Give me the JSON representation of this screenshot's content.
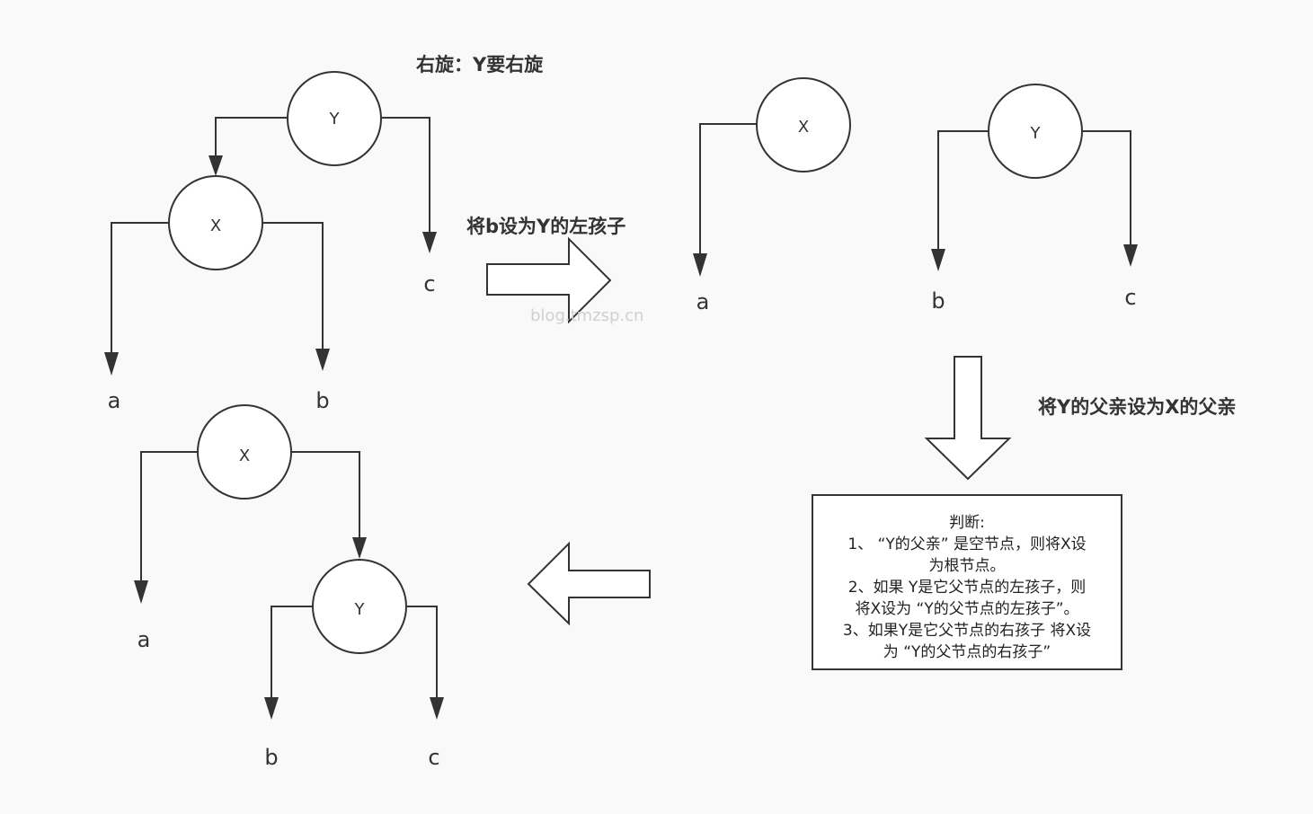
{
  "titles": {
    "main": "右旋：Y要右旋",
    "step1": "将b设为Y的左孩子",
    "step2": "将Y的父亲设为X的父亲"
  },
  "watermark": "blog.tmzsp.cn",
  "nodes": {
    "x": "X",
    "y": "Y"
  },
  "leaves": {
    "a": "a",
    "b": "b",
    "c": "c"
  },
  "note": {
    "lines": [
      "判断:",
      "1、 “Y的父亲” 是空节点，则将X设",
      "为根节点。",
      "2、如果 Y是它父节点的左孩子，则",
      "将X设为 “Y的父节点的左孩子”。",
      "3、如果Y是它父节点的右孩子 将X设",
      "为 “Y的父节点的右孩子”"
    ]
  }
}
